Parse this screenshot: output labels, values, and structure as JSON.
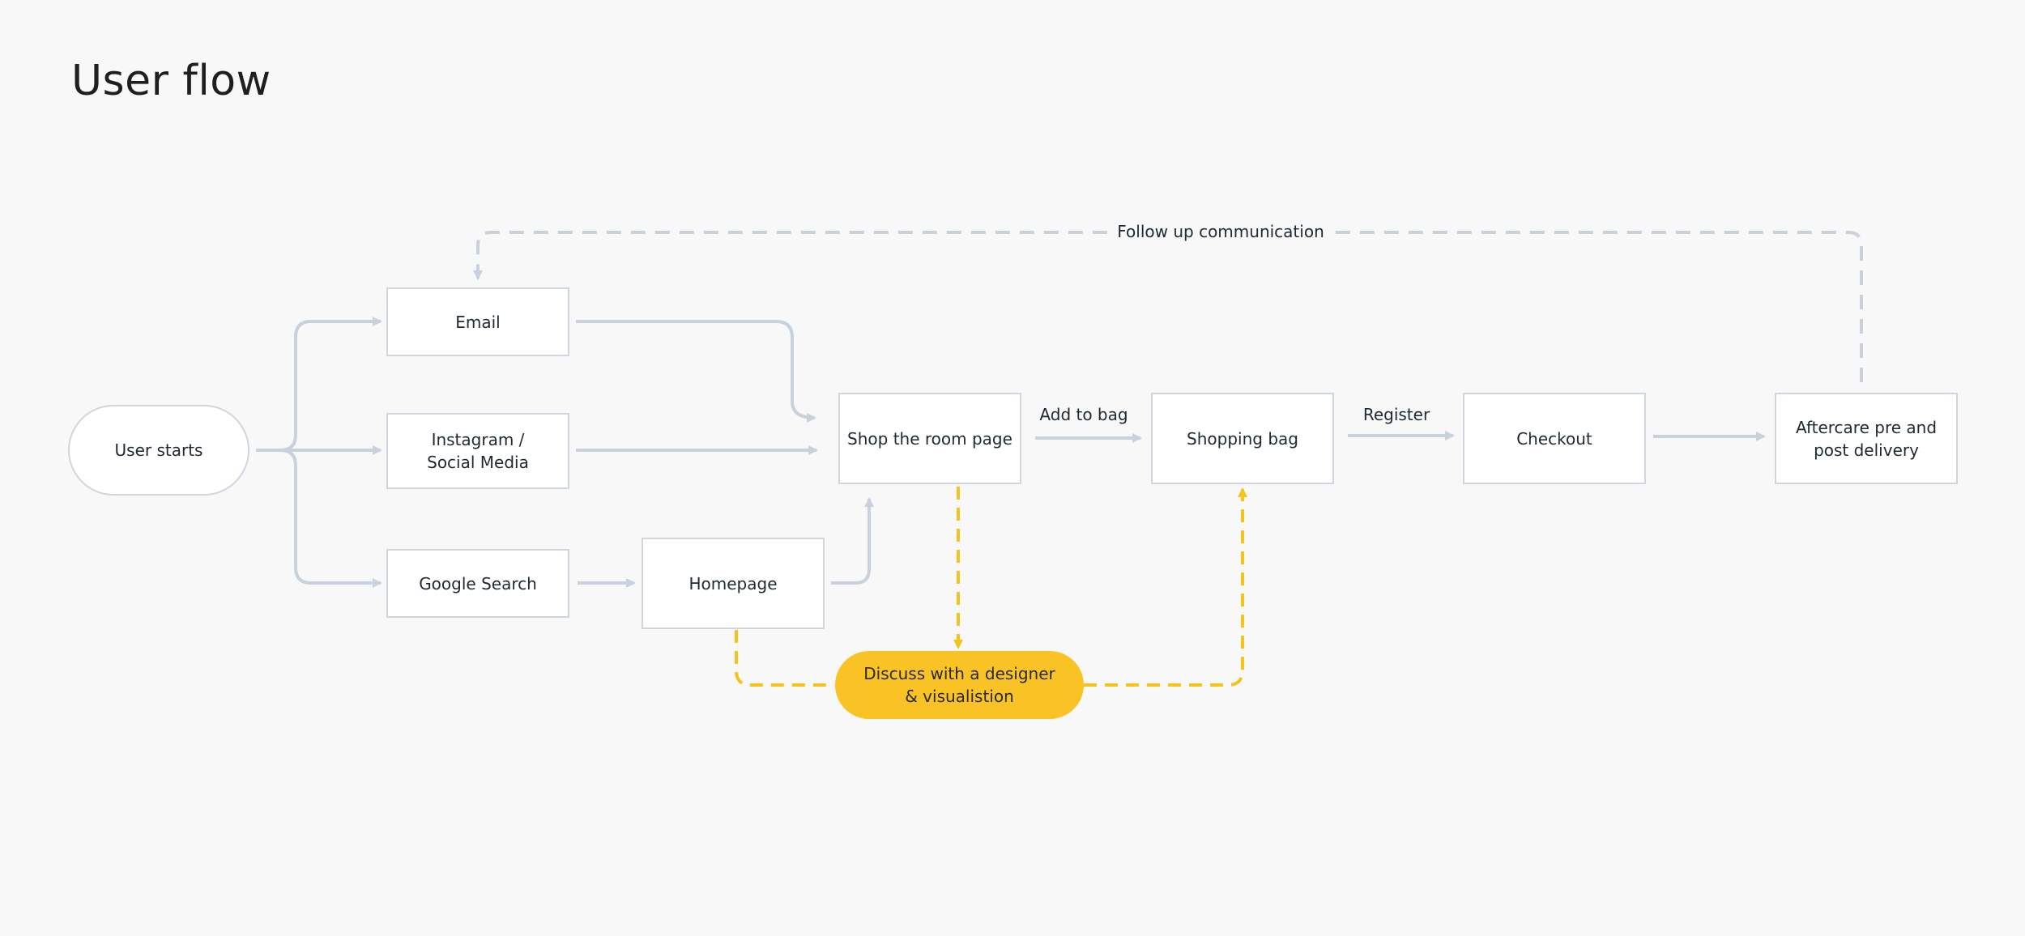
{
  "title": "User flow",
  "colors": {
    "background": "#f8f8f8",
    "connector": "#c9d2dc",
    "node_border": "#cfd6de",
    "highlight": "#f9c326",
    "highlight_line": "#f6c21c"
  },
  "nodes": {
    "user_starts": "User starts",
    "email": "Email",
    "instagram": "Instagram /\nSocial Media",
    "google": "Google Search",
    "homepage": "Homepage",
    "shop_room": "Shop the room page",
    "shopping_bag": "Shopping bag",
    "checkout": "Checkout",
    "aftercare": "Aftercare pre and\npost delivery",
    "designer": "Discuss with a designer\n& visualistion"
  },
  "edges": {
    "add_to_bag": "Add to bag",
    "register": "Register",
    "follow_up": "Follow up communication"
  }
}
